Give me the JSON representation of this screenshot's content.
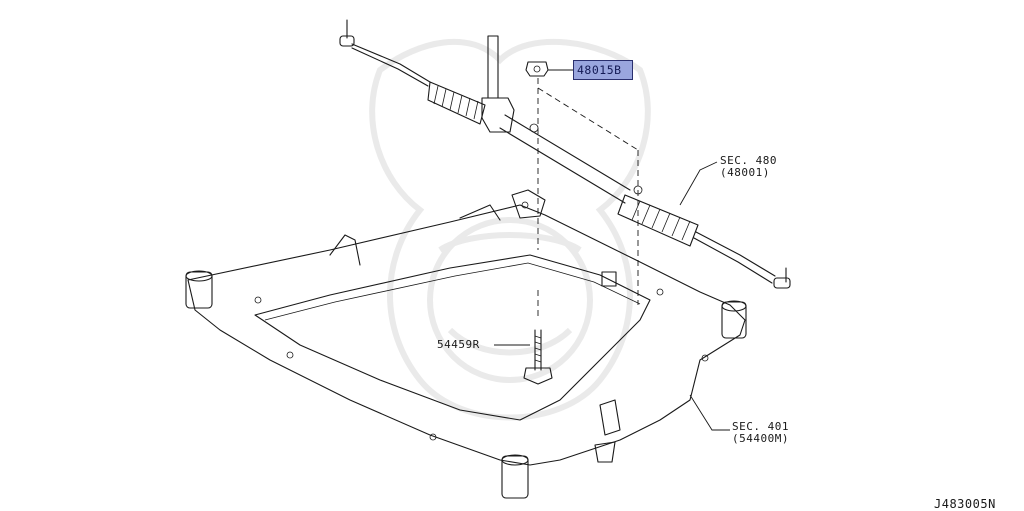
{
  "diagram": {
    "callouts": {
      "part_48015b": "48015B",
      "sec480_ref": "SEC. 480",
      "sec480_part": "(48001)",
      "part_54459r": "54459R",
      "sec401_ref": "SEC. 401",
      "sec401_part": "(54400M)"
    },
    "diagram_code": "J483005N",
    "highlight_color": "#9aa6de"
  }
}
